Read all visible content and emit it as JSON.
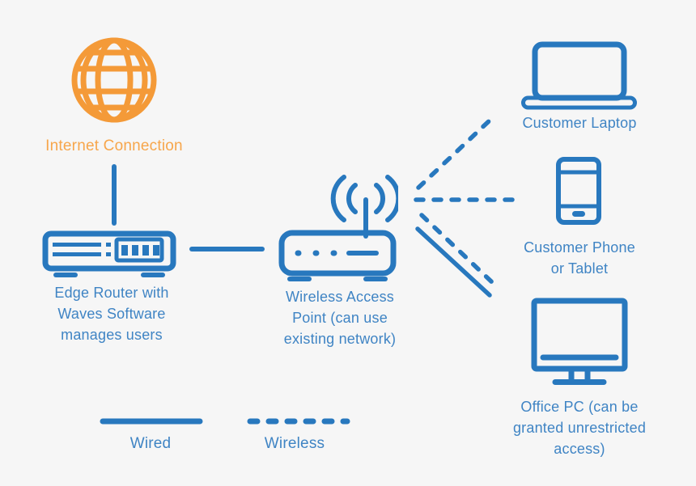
{
  "colors": {
    "background": "#F6F6F6",
    "line_blue": "#2878BE",
    "label_blue": "#3F84C4",
    "globe_orange": "#F49A38",
    "label_orange": "#F7A64B"
  },
  "nodes": {
    "internet": {
      "icon": "globe-icon",
      "label": "Internet Connection"
    },
    "edge_router": {
      "icon": "router-icon",
      "label_lines": [
        "Edge Router with",
        "Waves Software",
        "manages users"
      ]
    },
    "access_point": {
      "icon": "wireless-access-point-icon",
      "label_lines": [
        "Wireless Access",
        "Point (can use",
        "existing network)"
      ]
    },
    "customer_laptop": {
      "icon": "laptop-icon",
      "label": "Customer Laptop"
    },
    "customer_phone": {
      "icon": "phone-icon",
      "label_lines": [
        "Customer Phone",
        "or Tablet"
      ]
    },
    "office_pc": {
      "icon": "desktop-monitor-icon",
      "label_lines": [
        "Office PC (can be",
        "granted unrestricted",
        "access)"
      ]
    }
  },
  "connections": [
    {
      "from": "internet",
      "to": "edge_router",
      "type": "wired"
    },
    {
      "from": "edge_router",
      "to": "access_point",
      "type": "wired"
    },
    {
      "from": "access_point",
      "to": "customer_laptop",
      "type": "wireless"
    },
    {
      "from": "access_point",
      "to": "customer_phone",
      "type": "wireless"
    },
    {
      "from": "access_point",
      "to": "office_pc",
      "type": "wireless"
    },
    {
      "from": "access_point",
      "to": "office_pc",
      "type": "wired"
    }
  ],
  "legend": {
    "wired_label": "Wired",
    "wireless_label": "Wireless"
  }
}
